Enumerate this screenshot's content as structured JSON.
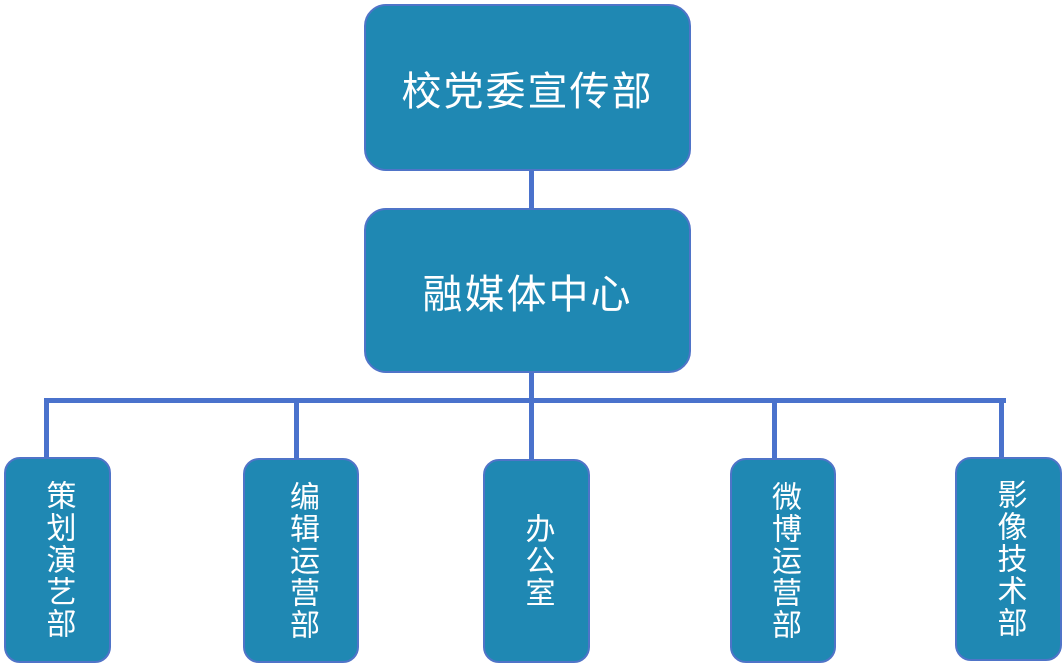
{
  "root": {
    "label": "校党委宣传部"
  },
  "center": {
    "label": "融媒体中心"
  },
  "departments": [
    {
      "label": "策划演艺部"
    },
    {
      "label": "编辑运营部"
    },
    {
      "label": "办公室"
    },
    {
      "label": "微博运营部"
    },
    {
      "label": "影像技术部"
    }
  ],
  "colors": {
    "node_fill": "#1f88b3",
    "node_border": "#4f74c8",
    "connector": "#4a72cc"
  }
}
